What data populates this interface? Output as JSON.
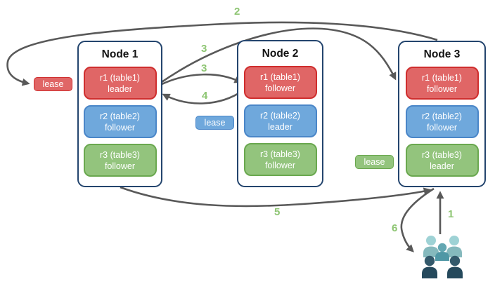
{
  "diagram": {
    "nodes": [
      {
        "title": "Node 1",
        "replicas": [
          {
            "name": "r1 (table1)",
            "role": "leader",
            "color": "#e06666"
          },
          {
            "name": "r2 (table2)",
            "role": "follower",
            "color": "#6fa8dc"
          },
          {
            "name": "r3 (table3)",
            "role": "follower",
            "color": "#93c47d"
          }
        ]
      },
      {
        "title": "Node 2",
        "replicas": [
          {
            "name": "r1 (table1)",
            "role": "follower",
            "color": "#e06666"
          },
          {
            "name": "r2 (table2)",
            "role": "leader",
            "color": "#6fa8dc"
          },
          {
            "name": "r3 (table3)",
            "role": "follower",
            "color": "#93c47d"
          }
        ]
      },
      {
        "title": "Node 3",
        "replicas": [
          {
            "name": "r1 (table1)",
            "role": "follower",
            "color": "#e06666"
          },
          {
            "name": "r2 (table2)",
            "role": "follower",
            "color": "#6fa8dc"
          },
          {
            "name": "r3 (table3)",
            "role": "leader",
            "color": "#93c47d"
          }
        ]
      }
    ],
    "leases": [
      {
        "label": "lease",
        "color": "#e06666"
      },
      {
        "label": "lease",
        "color": "#6fa8dc"
      },
      {
        "label": "lease",
        "color": "#93c47d"
      }
    ],
    "steps": [
      {
        "label": "2"
      },
      {
        "label": "3"
      },
      {
        "label": "3"
      },
      {
        "label": "4"
      },
      {
        "label": "5"
      },
      {
        "label": "6"
      },
      {
        "label": "1"
      }
    ],
    "icons": {
      "users": "users-icon"
    },
    "colors": {
      "red": "#e06666",
      "red_border": "#cf2e2e",
      "blue": "#6fa8dc",
      "blue_border": "#4a86c8",
      "green": "#93c47d",
      "green_border": "#6aa84f",
      "node_border": "#24456e",
      "arrow": "#595959",
      "step_label": "#8dc572",
      "users_light": "#9ed2d5",
      "users_medium": "#5fa0ab",
      "users_dark": "#2c4f61"
    }
  }
}
